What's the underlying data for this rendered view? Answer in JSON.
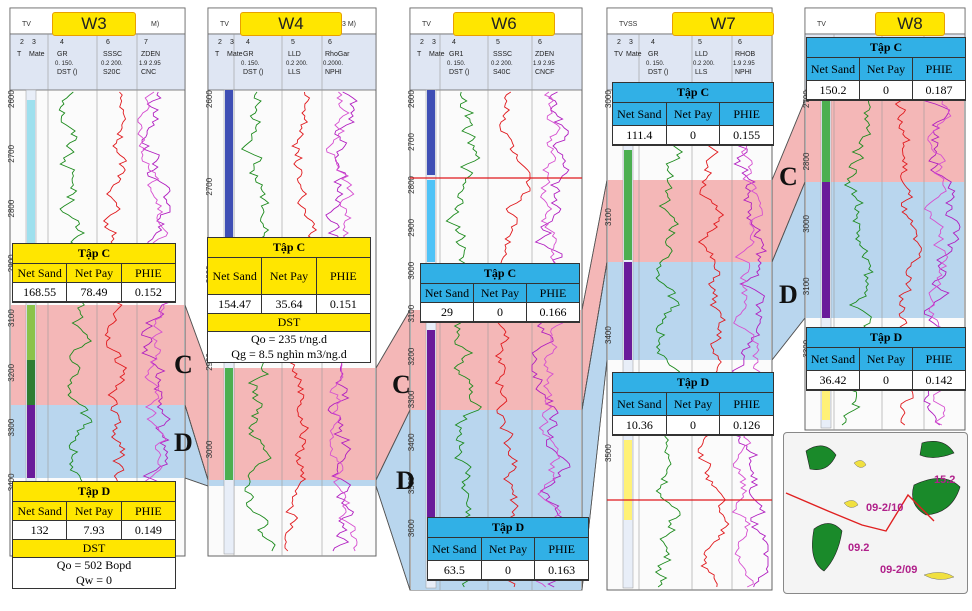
{
  "wells": [
    {
      "name": "W3",
      "header_code": "TV",
      "top_label": "M)",
      "track_numbers": [
        "2",
        "3",
        "4",
        "6",
        "7"
      ],
      "curve_names": [
        "T",
        "Mate",
        "GR",
        "SSSC",
        "ZDEN"
      ],
      "curve_scales": [
        "",
        "",
        "0. 150.",
        "0.2 200.",
        "1.9 2.95"
      ],
      "curve_names2": [
        "",
        "",
        "DST ()",
        "S20C",
        "CNC"
      ],
      "depths": [
        "2600",
        "2700",
        "2800",
        "2900",
        "3100",
        "3200",
        "3300",
        "3400"
      ]
    },
    {
      "name": "W4",
      "header_code": "TV",
      "top_label": "3 M)",
      "track_numbers": [
        "2",
        "3",
        "4",
        "5",
        "6"
      ],
      "curve_names": [
        "T",
        "Mate",
        "GR",
        "LLD",
        "RhoGar"
      ],
      "curve_scales": [
        "",
        "",
        "0. 150.",
        "0.2 200.",
        "0.2000."
      ],
      "curve_names2": [
        "",
        "",
        "DST ()",
        "LLS",
        "NPHI"
      ],
      "depths": [
        "2600",
        "2700",
        "2800",
        "2900",
        "3000"
      ]
    },
    {
      "name": "W6",
      "header_code": "TV",
      "top_label": "",
      "track_numbers": [
        "2",
        "3",
        "4",
        "5",
        "6"
      ],
      "curve_names": [
        "T",
        "Mate",
        "GR1",
        "SSSC",
        "ZDEN"
      ],
      "curve_scales": [
        "",
        "",
        "0. 150.",
        "0.2 200.",
        "1.9 2.95"
      ],
      "curve_names2": [
        "",
        "",
        "DST ()",
        "S40C",
        "CNCF"
      ],
      "depths": [
        "2600",
        "2700",
        "2800",
        "2900",
        "3000",
        "3100",
        "3200",
        "3300",
        "3400",
        "3500",
        "3600"
      ]
    },
    {
      "name": "W7",
      "header_code": "TVSS",
      "top_label": "",
      "track_numbers": [
        "2",
        "3",
        "4",
        "5",
        "6"
      ],
      "curve_names": [
        "TV",
        "Mate",
        "GR",
        "LLD",
        "RHOB"
      ],
      "curve_scales": [
        "",
        "",
        "0. 150.",
        "0.2 200.",
        "1.9 2.95"
      ],
      "curve_names2": [
        "",
        "",
        "DST ()",
        "LLS",
        "NPHI"
      ],
      "depths": [
        "3000",
        "3100",
        "3400",
        "3500"
      ]
    },
    {
      "name": "W8",
      "header_code": "TV",
      "top_label": "",
      "track_numbers": [],
      "curve_names": [],
      "curve_scales": [],
      "curve_names2": [],
      "depths": [
        "2700",
        "2800",
        "3000",
        "3100",
        "3300"
      ]
    }
  ],
  "zones": {
    "c": "C",
    "d": "D"
  },
  "tables": [
    {
      "id": "w3-c",
      "style": "yellow",
      "title": "Tập C",
      "headers": [
        "Net Sand",
        "Net Pay",
        "PHIE"
      ],
      "values": [
        "168.55",
        "78.49",
        "0.152"
      ]
    },
    {
      "id": "w3-d",
      "style": "yellow",
      "title": "Tập D",
      "headers": [
        "Net Sand",
        "Net Pay",
        "PHIE"
      ],
      "values": [
        "132",
        "7.93",
        "0.149"
      ],
      "dst": "DST",
      "notes": [
        "Qo = 502 Bopd",
        "Qw = 0"
      ]
    },
    {
      "id": "w4-c",
      "style": "yellow",
      "title": "Tập C",
      "headers": [
        "Net Sand",
        "Net Pay",
        "PHIE"
      ],
      "values": [
        "154.47",
        "35.64",
        "0.151"
      ],
      "dst": "DST",
      "notes": [
        "Qo = 235 t/ng.d",
        "Qg = 8.5 nghìn m3/ng.d"
      ]
    },
    {
      "id": "w6-c",
      "style": "blue",
      "title": "Tập C",
      "headers": [
        "Net Sand",
        "Net Pay",
        "PHIE"
      ],
      "values": [
        "29",
        "0",
        "0.166"
      ]
    },
    {
      "id": "w6-d",
      "style": "blue",
      "title": "Tập D",
      "headers": [
        "Net Sand",
        "Net Pay",
        "PHIE"
      ],
      "values": [
        "63.5",
        "0",
        "0.163"
      ]
    },
    {
      "id": "w7-c",
      "style": "blue",
      "title": "Tập C",
      "headers": [
        "Net Sand",
        "Net Pay",
        "PHIE"
      ],
      "values": [
        "111.4",
        "0",
        "0.155"
      ]
    },
    {
      "id": "w7-d",
      "style": "blue",
      "title": "Tập D",
      "headers": [
        "Net Sand",
        "Net Pay",
        "PHIE"
      ],
      "values": [
        "10.36",
        "0",
        "0.126"
      ]
    },
    {
      "id": "w8-c",
      "style": "blue",
      "title": "Tập C",
      "headers": [
        "Net Sand",
        "Net Pay",
        "PHIE"
      ],
      "values": [
        "150.2",
        "0",
        "0.187"
      ]
    },
    {
      "id": "w8-d",
      "style": "blue",
      "title": "Tập D",
      "headers": [
        "Net Sand",
        "Net Pay",
        "PHIE"
      ],
      "values": [
        "36.42",
        "0",
        "0.142"
      ]
    }
  ],
  "map": {
    "labels": [
      "09-2/10",
      "15.2",
      "09.2",
      "09-2/09"
    ],
    "colors": {
      "field": "#1a8a2a",
      "route": "#e02020",
      "label": "#b0208a",
      "lead": "#f0e040"
    }
  },
  "colors": {
    "pink": "#f4b7b7",
    "blue_zone": "#b9d6ee",
    "yellow_hdr": "#ffe600",
    "blue_hdr": "#31b0e6",
    "gr": "#1c8a1c",
    "res": "#e0181c",
    "den": "#b01cc0"
  }
}
